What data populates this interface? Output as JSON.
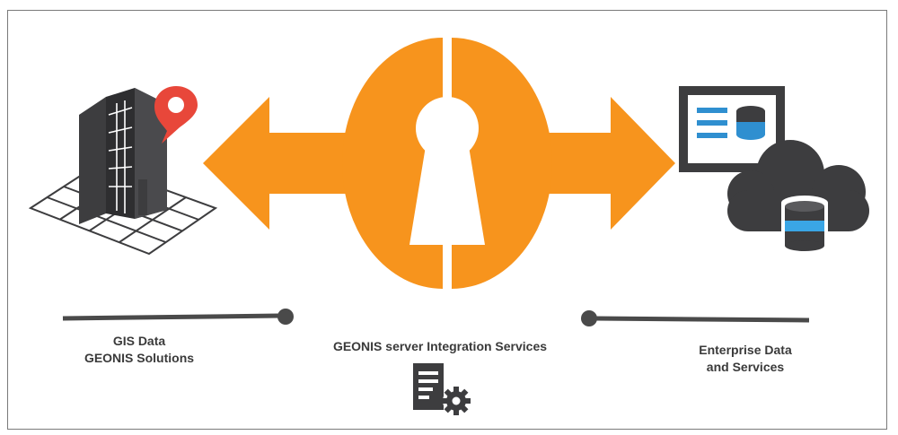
{
  "diagram": {
    "left": {
      "line1": "GIS Data",
      "line2": "GEONIS Solutions"
    },
    "center": {
      "title": "GEONIS server Integration Services"
    },
    "right": {
      "line1": "Enterprise Data",
      "line2": "and Services"
    }
  },
  "icons": {
    "left": "gis-building-map-pin-icon",
    "center": "keyhole-double-arrow-icon",
    "right": "enterprise-cloud-database-icon",
    "service": "server-document-gear-icon"
  },
  "colors": {
    "accent": "#f7941d",
    "icon_dark": "#3d3d3f",
    "pin_red": "#e8473a",
    "db_blue": "#2f8fd0",
    "db_light_blue": "#3aa6e6",
    "connector": "#4a4a4a"
  }
}
